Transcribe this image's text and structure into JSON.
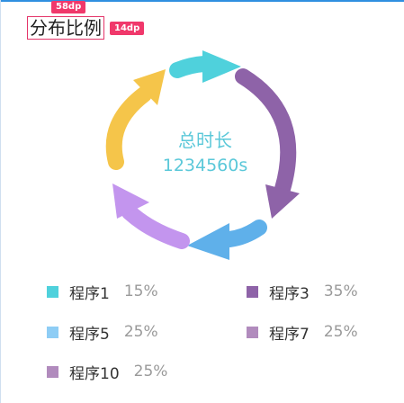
{
  "header": {
    "title": "分布比例",
    "width_badge": "58dp",
    "size_badge": "14dp"
  },
  "center": {
    "label": "总时长",
    "value": "1234560s",
    "color": "#5bc8d9"
  },
  "ring_colors": [
    "#4fd1dc",
    "#8e63a8",
    "#5fb0ea",
    "#c395ee",
    "#f5c54a"
  ],
  "legend": [
    {
      "name": "程序1",
      "percent": "15%",
      "color": "#4fd1dc"
    },
    {
      "name": "程序3",
      "percent": "35%",
      "color": "#8e63a8"
    },
    {
      "name": "程序5",
      "percent": "25%",
      "color": "#8ecdf5"
    },
    {
      "name": "程序7",
      "percent": "25%",
      "color": "#b18bbd"
    },
    {
      "name": "程序10",
      "percent": "25%",
      "color": "#b18bbd"
    }
  ]
}
